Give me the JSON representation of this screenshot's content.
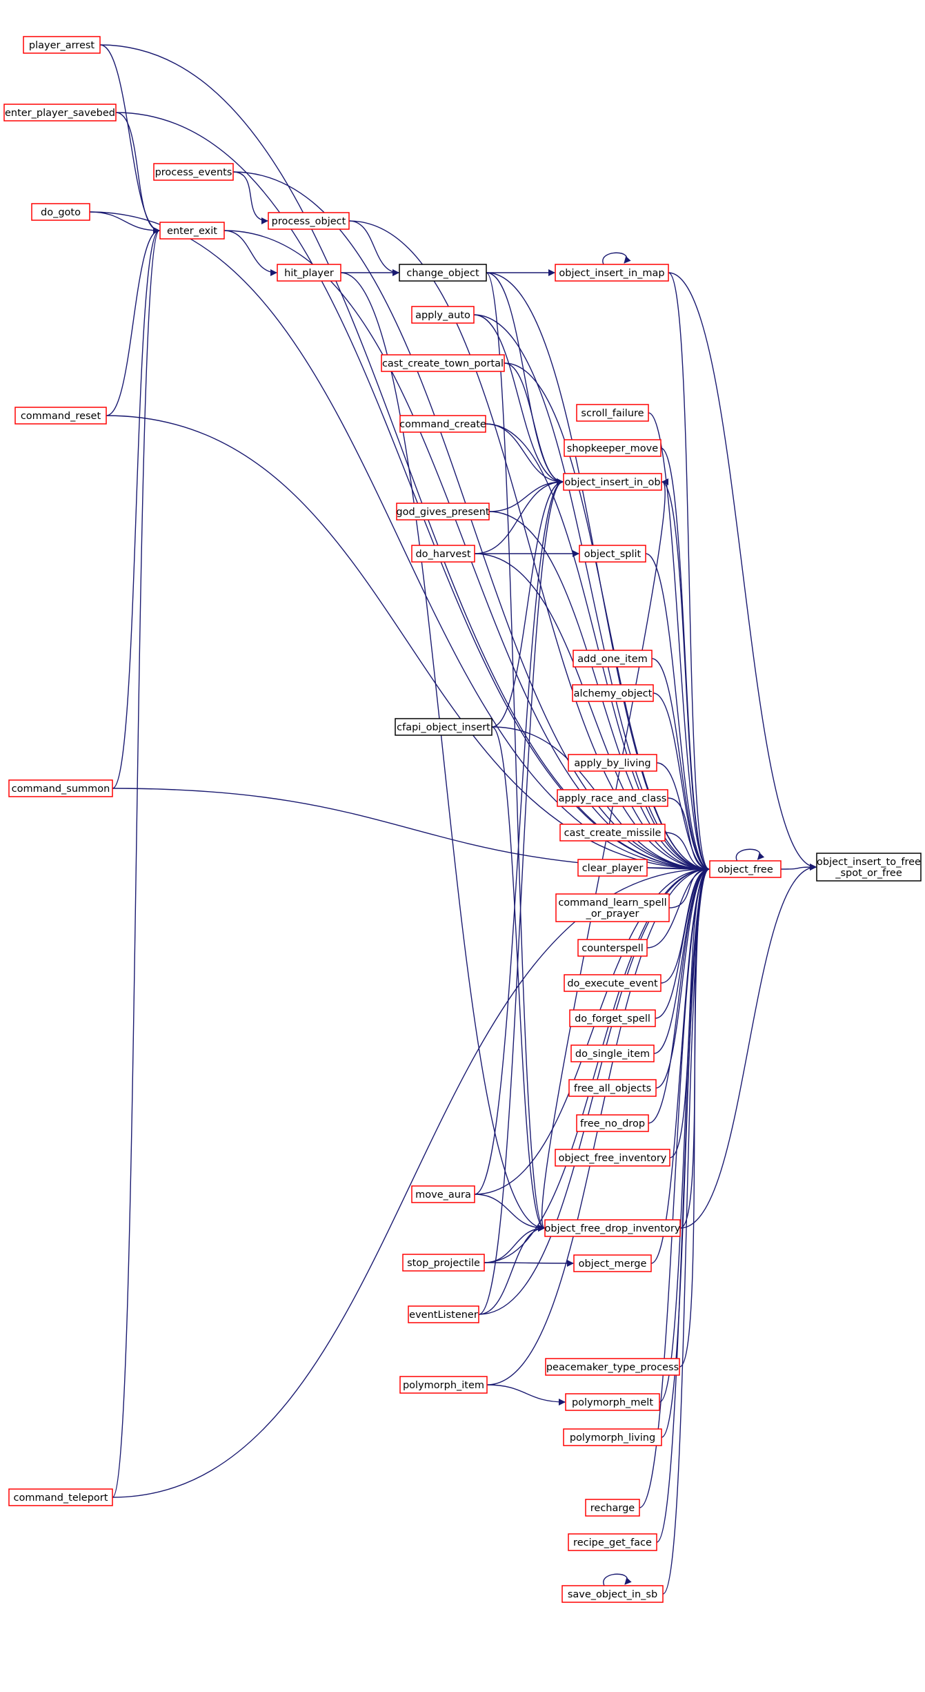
{
  "colors": {
    "edge": "#191970",
    "node_border_red": "#ff0000",
    "node_border_black": "#000000",
    "root_fill": "#bfbfbf"
  },
  "nodes": [
    {
      "id": "root",
      "label": [
        "object_insert_to_free",
        "_spot_or_free"
      ],
      "style": "root"
    },
    {
      "id": "object_free",
      "label": [
        "object_free"
      ],
      "style": "red"
    },
    {
      "id": "player_arrest",
      "label": [
        "player_arrest"
      ],
      "style": "red"
    },
    {
      "id": "enter_player_savebed",
      "label": [
        "enter_player_savebed"
      ],
      "style": "red"
    },
    {
      "id": "do_goto",
      "label": [
        "do_goto"
      ],
      "style": "red"
    },
    {
      "id": "command_reset",
      "label": [
        "command_reset"
      ],
      "style": "red"
    },
    {
      "id": "command_summon",
      "label": [
        "command_summon"
      ],
      "style": "red"
    },
    {
      "id": "command_teleport",
      "label": [
        "command_teleport"
      ],
      "style": "red"
    },
    {
      "id": "enter_exit",
      "label": [
        "enter_exit"
      ],
      "style": "red"
    },
    {
      "id": "process_events",
      "label": [
        "process_events"
      ],
      "style": "red"
    },
    {
      "id": "process_object",
      "label": [
        "process_object"
      ],
      "style": "red"
    },
    {
      "id": "hit_player",
      "label": [
        "hit_player"
      ],
      "style": "red"
    },
    {
      "id": "change_object",
      "label": [
        "change_object"
      ],
      "style": "black"
    },
    {
      "id": "object_insert_in_map",
      "label": [
        "object_insert_in_map"
      ],
      "style": "red"
    },
    {
      "id": "apply_auto",
      "label": [
        "apply_auto"
      ],
      "style": "red"
    },
    {
      "id": "cast_create_town_portal",
      "label": [
        "cast_create_town_portal"
      ],
      "style": "red"
    },
    {
      "id": "command_create",
      "label": [
        "command_create"
      ],
      "style": "red"
    },
    {
      "id": "scroll_failure",
      "label": [
        "scroll_failure"
      ],
      "style": "red"
    },
    {
      "id": "shopkeeper_move",
      "label": [
        "shopkeeper_move"
      ],
      "style": "red"
    },
    {
      "id": "object_insert_in_ob",
      "label": [
        "object_insert_in_ob"
      ],
      "style": "red"
    },
    {
      "id": "god_gives_present",
      "label": [
        "god_gives_present"
      ],
      "style": "red"
    },
    {
      "id": "do_harvest",
      "label": [
        "do_harvest"
      ],
      "style": "red"
    },
    {
      "id": "object_split",
      "label": [
        "object_split"
      ],
      "style": "red"
    },
    {
      "id": "add_one_item",
      "label": [
        "add_one_item"
      ],
      "style": "red"
    },
    {
      "id": "alchemy_object",
      "label": [
        "alchemy_object"
      ],
      "style": "red"
    },
    {
      "id": "cfapi_object_insert",
      "label": [
        "cfapi_object_insert"
      ],
      "style": "black"
    },
    {
      "id": "apply_by_living",
      "label": [
        "apply_by_living"
      ],
      "style": "red"
    },
    {
      "id": "apply_race_and_class",
      "label": [
        "apply_race_and_class"
      ],
      "style": "red"
    },
    {
      "id": "cast_create_missile",
      "label": [
        "cast_create_missile"
      ],
      "style": "red"
    },
    {
      "id": "clear_player",
      "label": [
        "clear_player"
      ],
      "style": "red"
    },
    {
      "id": "command_learn_spell",
      "label": [
        "command_learn_spell",
        "_or_prayer"
      ],
      "style": "red"
    },
    {
      "id": "counterspell",
      "label": [
        "counterspell"
      ],
      "style": "red"
    },
    {
      "id": "do_execute_event",
      "label": [
        "do_execute_event"
      ],
      "style": "red"
    },
    {
      "id": "do_forget_spell",
      "label": [
        "do_forget_spell"
      ],
      "style": "red"
    },
    {
      "id": "do_single_item",
      "label": [
        "do_single_item"
      ],
      "style": "red"
    },
    {
      "id": "free_all_objects",
      "label": [
        "free_all_objects"
      ],
      "style": "red"
    },
    {
      "id": "free_no_drop",
      "label": [
        "free_no_drop"
      ],
      "style": "red"
    },
    {
      "id": "object_free_inventory",
      "label": [
        "object_free_inventory"
      ],
      "style": "red"
    },
    {
      "id": "move_aura",
      "label": [
        "move_aura"
      ],
      "style": "red"
    },
    {
      "id": "object_free_drop_inventory",
      "label": [
        "object_free_drop_inventory"
      ],
      "style": "red"
    },
    {
      "id": "stop_projectile",
      "label": [
        "stop_projectile"
      ],
      "style": "red"
    },
    {
      "id": "object_merge",
      "label": [
        "object_merge"
      ],
      "style": "red"
    },
    {
      "id": "eventListener",
      "label": [
        "eventListener"
      ],
      "style": "red"
    },
    {
      "id": "peacemaker_type_process",
      "label": [
        "peacemaker_type_process"
      ],
      "style": "red"
    },
    {
      "id": "polymorph_item",
      "label": [
        "polymorph_item"
      ],
      "style": "red"
    },
    {
      "id": "polymorph_melt",
      "label": [
        "polymorph_melt"
      ],
      "style": "red"
    },
    {
      "id": "polymorph_living",
      "label": [
        "polymorph_living"
      ],
      "style": "red"
    },
    {
      "id": "recharge",
      "label": [
        "recharge"
      ],
      "style": "red"
    },
    {
      "id": "recipe_get_face",
      "label": [
        "recipe_get_face"
      ],
      "style": "red"
    },
    {
      "id": "save_object_in_sb",
      "label": [
        "save_object_in_sb"
      ],
      "style": "red"
    }
  ],
  "edges": [
    [
      "object_free",
      "root"
    ],
    [
      "object_free",
      "object_free"
    ],
    [
      "player_arrest",
      "object_free"
    ],
    [
      "enter_player_savebed",
      "object_free"
    ],
    [
      "do_goto",
      "object_free"
    ],
    [
      "process_events",
      "object_free"
    ],
    [
      "enter_exit",
      "object_free"
    ],
    [
      "process_object",
      "object_free"
    ],
    [
      "change_object",
      "object_free"
    ],
    [
      "object_insert_in_map",
      "object_free"
    ],
    [
      "apply_auto",
      "object_free"
    ],
    [
      "cast_create_town_portal",
      "object_free"
    ],
    [
      "command_create",
      "object_free"
    ],
    [
      "scroll_failure",
      "object_free"
    ],
    [
      "shopkeeper_move",
      "object_free"
    ],
    [
      "object_insert_in_ob",
      "object_free"
    ],
    [
      "god_gives_present",
      "object_free"
    ],
    [
      "object_split",
      "object_free"
    ],
    [
      "do_harvest",
      "object_free"
    ],
    [
      "command_reset",
      "object_free"
    ],
    [
      "add_one_item",
      "object_free"
    ],
    [
      "alchemy_object",
      "object_free"
    ],
    [
      "cfapi_object_insert",
      "object_free"
    ],
    [
      "apply_by_living",
      "object_free"
    ],
    [
      "apply_race_and_class",
      "object_free"
    ],
    [
      "cast_create_missile",
      "object_free"
    ],
    [
      "clear_player",
      "object_free"
    ],
    [
      "command_learn_spell",
      "object_free"
    ],
    [
      "counterspell",
      "object_free"
    ],
    [
      "do_execute_event",
      "object_free"
    ],
    [
      "do_forget_spell",
      "object_free"
    ],
    [
      "do_single_item",
      "object_free"
    ],
    [
      "free_all_objects",
      "object_free"
    ],
    [
      "free_no_drop",
      "object_free"
    ],
    [
      "object_free_inventory",
      "object_free"
    ],
    [
      "move_aura",
      "object_free"
    ],
    [
      "object_free_drop_inventory",
      "object_free"
    ],
    [
      "object_merge",
      "object_free"
    ],
    [
      "stop_projectile",
      "object_free"
    ],
    [
      "eventListener",
      "object_free"
    ],
    [
      "peacemaker_type_process",
      "object_free"
    ],
    [
      "polymorph_item",
      "object_free"
    ],
    [
      "polymorph_melt",
      "object_free"
    ],
    [
      "polymorph_living",
      "object_free"
    ],
    [
      "recharge",
      "object_free"
    ],
    [
      "recipe_get_face",
      "object_free"
    ],
    [
      "save_object_in_sb",
      "object_free"
    ],
    [
      "command_summon",
      "object_free"
    ],
    [
      "command_teleport",
      "object_free"
    ],
    [
      "object_insert_in_map",
      "root"
    ],
    [
      "object_free_drop_inventory",
      "root"
    ],
    [
      "player_arrest",
      "enter_exit"
    ],
    [
      "enter_player_savebed",
      "enter_exit"
    ],
    [
      "do_goto",
      "enter_exit"
    ],
    [
      "command_reset",
      "enter_exit"
    ],
    [
      "command_summon",
      "enter_exit"
    ],
    [
      "command_teleport",
      "enter_exit"
    ],
    [
      "enter_exit",
      "hit_player"
    ],
    [
      "process_events",
      "process_object"
    ],
    [
      "process_object",
      "change_object"
    ],
    [
      "hit_player",
      "change_object"
    ],
    [
      "change_object",
      "object_insert_in_map"
    ],
    [
      "object_insert_in_map",
      "object_insert_in_map"
    ],
    [
      "change_object",
      "object_insert_in_ob"
    ],
    [
      "apply_auto",
      "object_insert_in_ob"
    ],
    [
      "cast_create_town_portal",
      "object_insert_in_ob"
    ],
    [
      "command_create",
      "object_insert_in_ob"
    ],
    [
      "god_gives_present",
      "object_insert_in_ob"
    ],
    [
      "do_harvest",
      "object_insert_in_ob"
    ],
    [
      "cfapi_object_insert",
      "object_insert_in_ob"
    ],
    [
      "move_aura",
      "object_insert_in_ob"
    ],
    [
      "object_free_drop_inventory",
      "object_insert_in_ob"
    ],
    [
      "eventListener",
      "object_insert_in_ob"
    ],
    [
      "do_harvest",
      "object_split"
    ],
    [
      "change_object",
      "object_free_drop_inventory"
    ],
    [
      "hit_player",
      "object_free_drop_inventory"
    ],
    [
      "cfapi_object_insert",
      "object_free_drop_inventory"
    ],
    [
      "move_aura",
      "object_free_drop_inventory"
    ],
    [
      "stop_projectile",
      "object_free_drop_inventory"
    ],
    [
      "eventListener",
      "object_free_drop_inventory"
    ],
    [
      "stop_projectile",
      "object_merge"
    ],
    [
      "polymorph_item",
      "polymorph_melt"
    ],
    [
      "save_object_in_sb",
      "save_object_in_sb"
    ]
  ]
}
